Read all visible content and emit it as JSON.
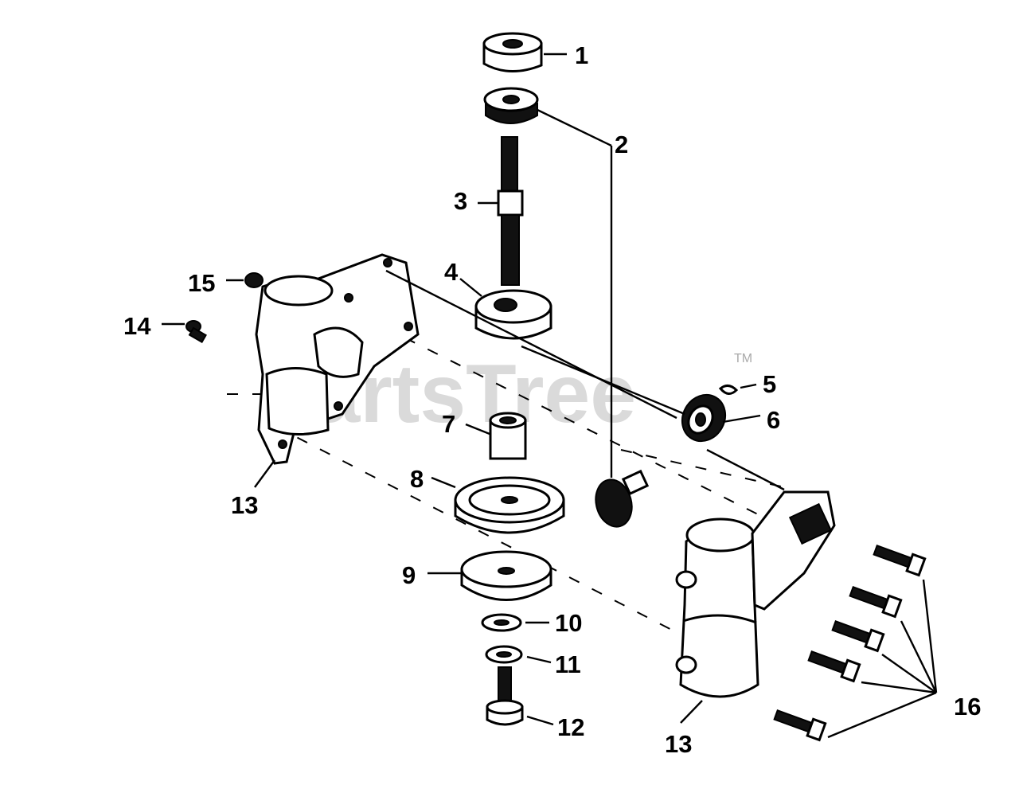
{
  "watermark": {
    "text": "PartsTree",
    "trademark": "TM"
  },
  "callouts": [
    {
      "id": "c1",
      "label": "1"
    },
    {
      "id": "c2",
      "label": "2"
    },
    {
      "id": "c3",
      "label": "3"
    },
    {
      "id": "c4",
      "label": "4"
    },
    {
      "id": "c5",
      "label": "5"
    },
    {
      "id": "c6",
      "label": "6"
    },
    {
      "id": "c7",
      "label": "7"
    },
    {
      "id": "c8",
      "label": "8"
    },
    {
      "id": "c9",
      "label": "9"
    },
    {
      "id": "c10",
      "label": "10"
    },
    {
      "id": "c11",
      "label": "11"
    },
    {
      "id": "c12",
      "label": "12"
    },
    {
      "id": "c13a",
      "label": "13"
    },
    {
      "id": "c13b",
      "label": "13"
    },
    {
      "id": "c14",
      "label": "14"
    },
    {
      "id": "c15",
      "label": "15"
    },
    {
      "id": "c16",
      "label": "16"
    }
  ]
}
